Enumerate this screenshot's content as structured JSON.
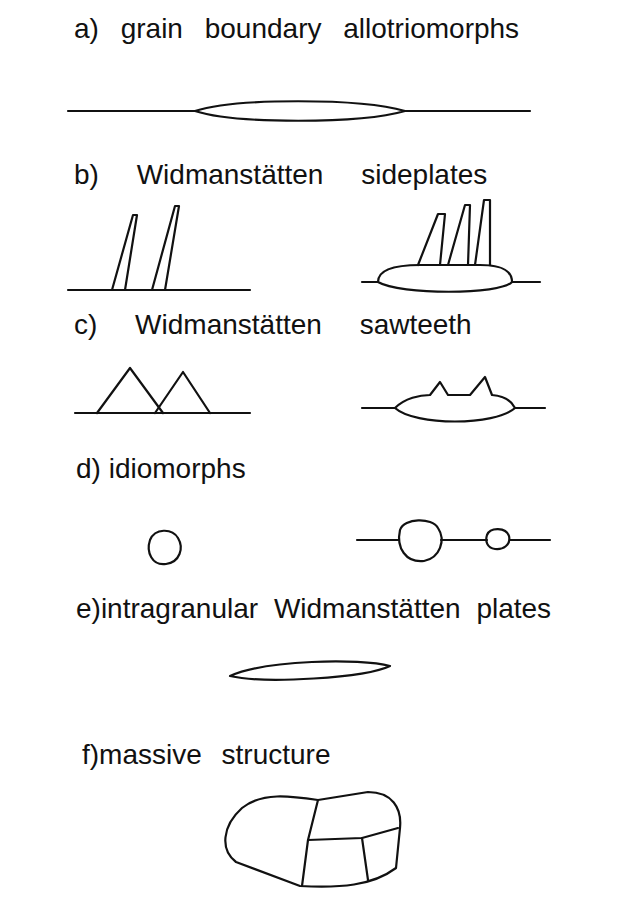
{
  "diagram": {
    "labels": [
      "a) grain boundary allotriomorphs",
      "b) Widmanstätten sideplates",
      "c) Widmanstätten sawteeth",
      "d) idiomorphs",
      "e)intragranular Widmanstätten plates",
      "f)massive structure"
    ]
  }
}
